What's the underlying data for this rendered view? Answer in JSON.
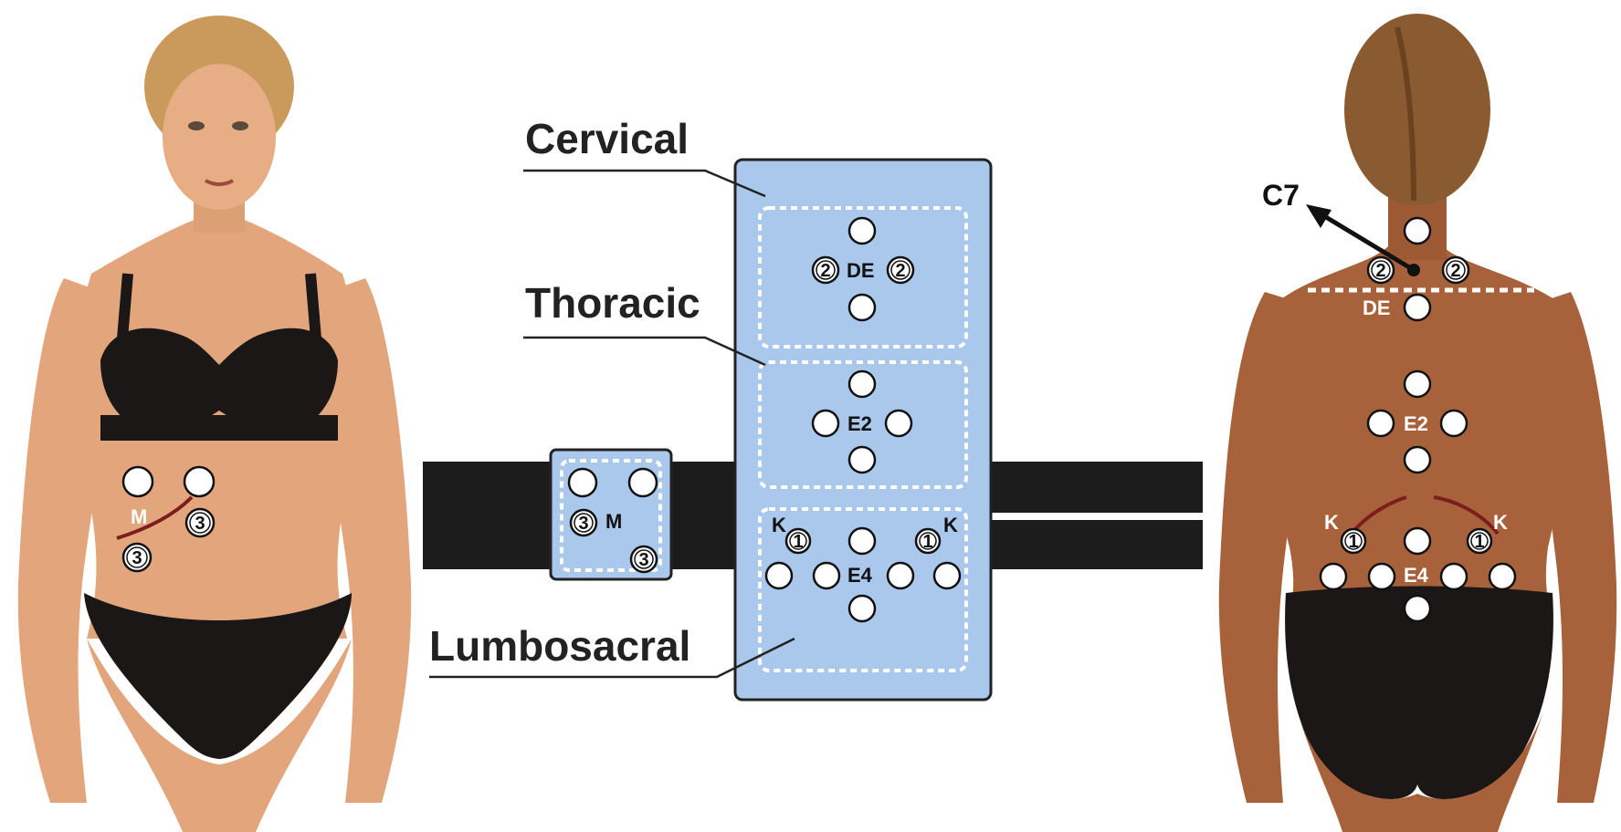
{
  "colors": {
    "panel": "#a9c8ec",
    "panel_border": "#222222",
    "belt": "#1c1c1c",
    "skin_front": "#e2a57c",
    "skin_back": "#a8623b",
    "garment": "#1a1716",
    "hair_front": "#c99a5c",
    "hair_back": "#8a5a30",
    "curve": "#7a1e1e"
  },
  "labels": {
    "cervical": "Cervical",
    "thoracic": "Thoracic",
    "lumbosacral": "Lumbosacral",
    "c7": "C7"
  },
  "codes": {
    "de": "DE",
    "e2": "E2",
    "e4": "E4",
    "m": "M",
    "k": "K"
  },
  "numbers": {
    "one": "1",
    "two": "2",
    "three": "3"
  },
  "figures": {
    "front": "front-view-figure",
    "back": "back-view-figure"
  }
}
